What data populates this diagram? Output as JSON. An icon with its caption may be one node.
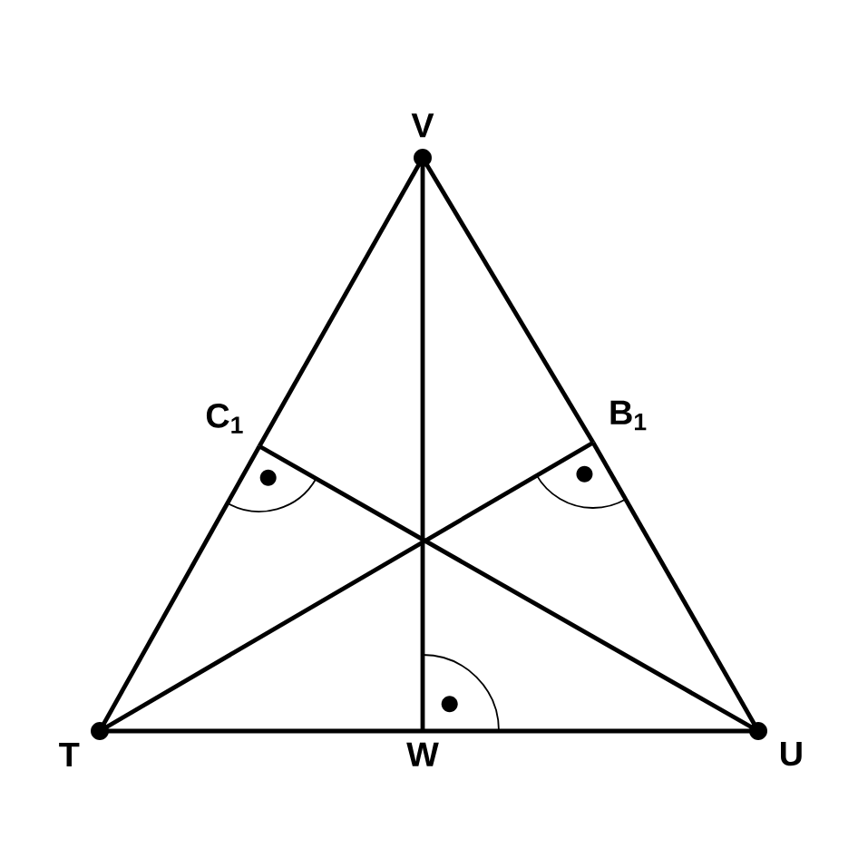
{
  "diagram": {
    "nodes": [
      {
        "text": [
          "V"
        ]
      },
      {
        "text": [
          "C$_{1}$"
        ]
      },
      {
        "text": [
          "B$_{1}$"
        ]
      },
      {
        "text": [
          "T"
        ]
      },
      {
        "text": [
          "W"
        ]
      },
      {
        "text": [
          "U"
        ]
      }
    ],
    "edges": [
      {
        "from": 0,
        "to": 1,
        "arrow": "none"
      },
      {
        "from": 1,
        "to": 3,
        "arrow": "none"
      },
      {
        "from": 0,
        "to": 2,
        "arrow": "none"
      },
      {
        "from": 2,
        "to": 5,
        "arrow": "none"
      },
      {
        "from": 3,
        "to": 4,
        "arrow": "none"
      },
      {
        "from": 4,
        "to": 5,
        "arrow": "none"
      },
      {
        "from": 0,
        "to": 4,
        "arrow": "none"
      },
      {
        "from": 3,
        "to": 2,
        "arrow": "none"
      },
      {
        "from": 5,
        "to": 1,
        "arrow": "none"
      }
    ]
  }
}
